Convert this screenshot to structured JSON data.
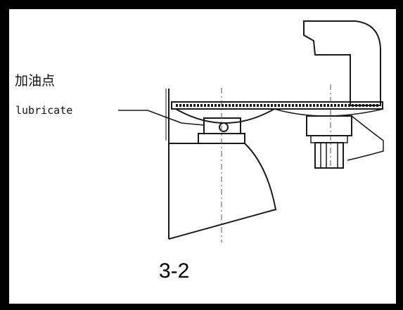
{
  "labels": {
    "chinese": "加油点",
    "english": "lubricate",
    "figure_number": "3-2"
  },
  "colors": {
    "frame": "#000000",
    "line": "#1a1a1a",
    "background": "#ffffff"
  }
}
